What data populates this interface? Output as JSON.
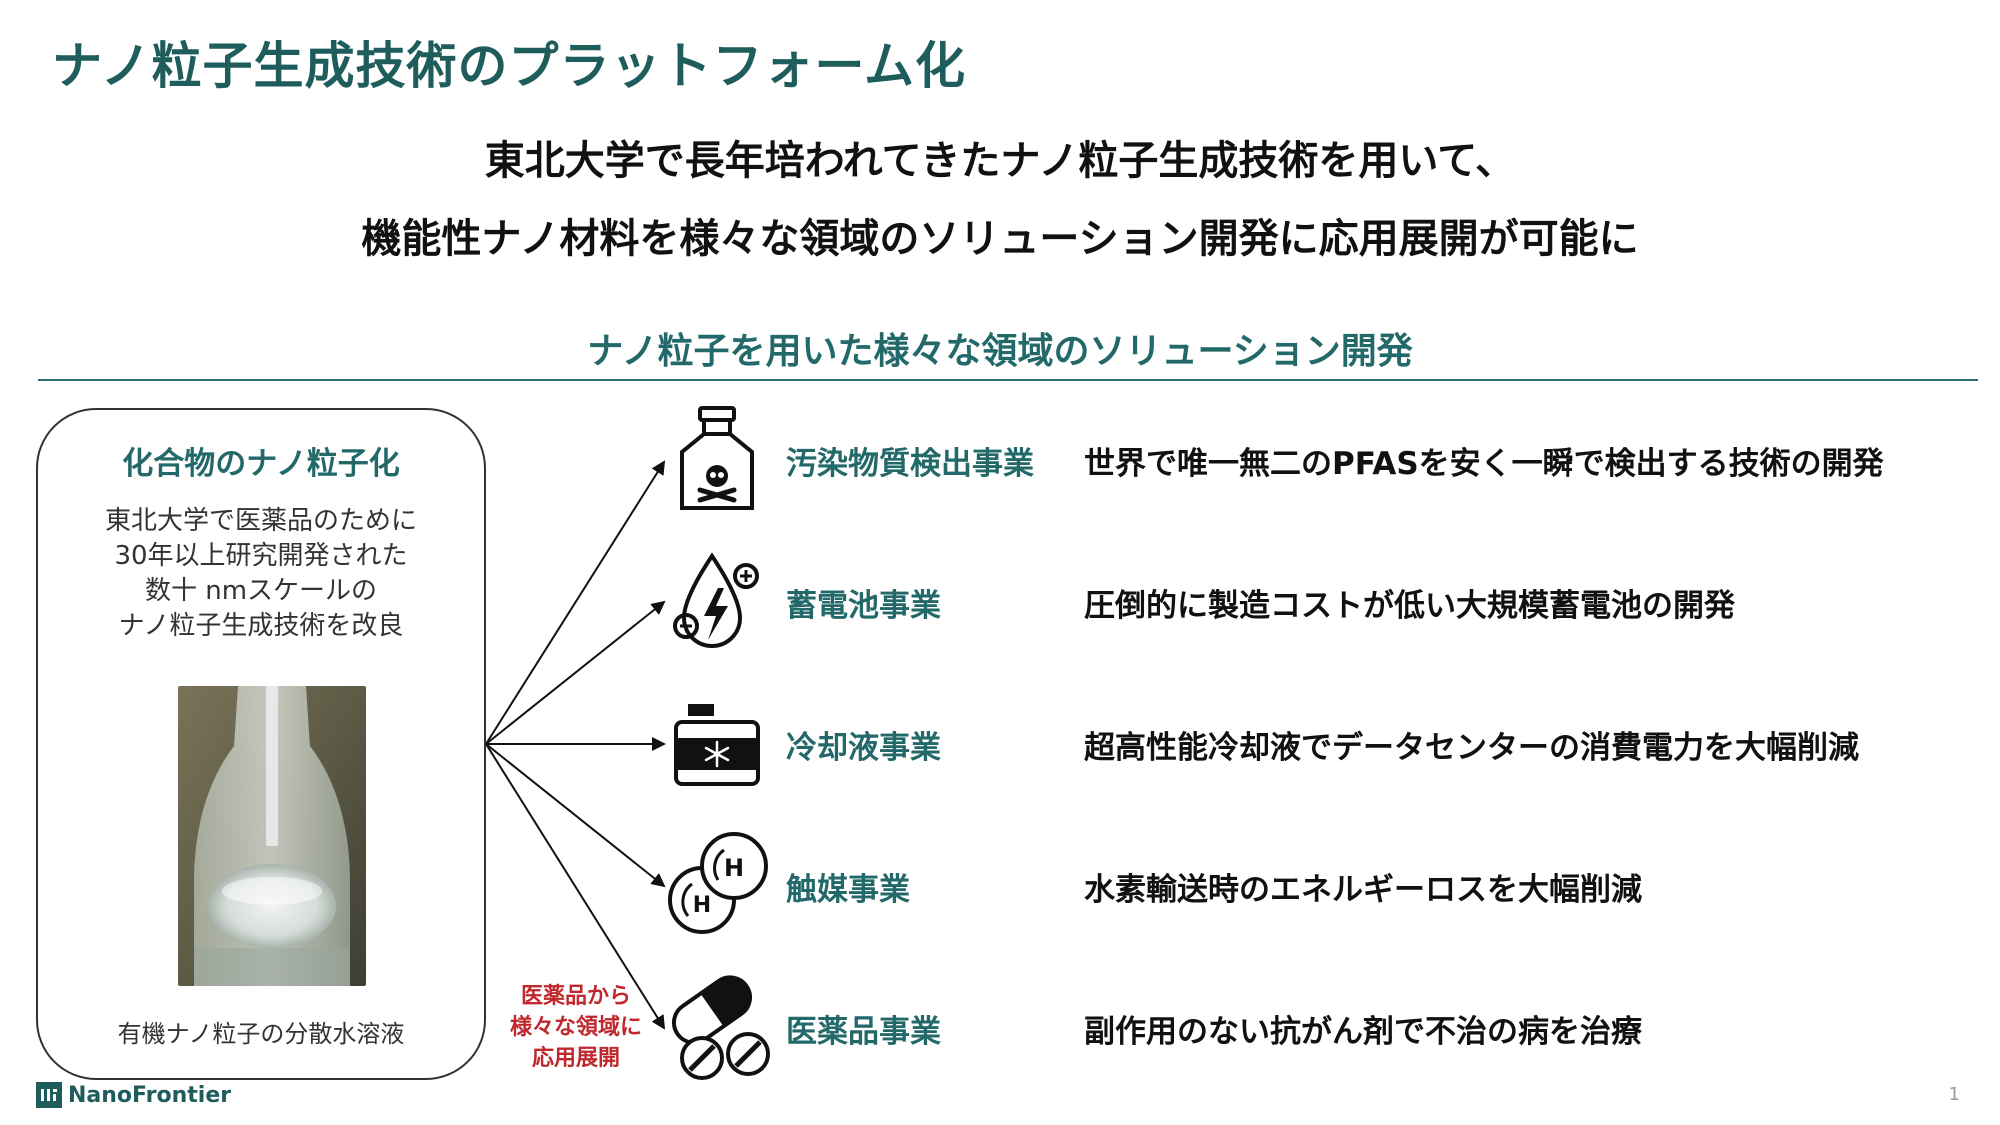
{
  "title": "ナノ粒子生成技術のプラットフォーム化",
  "headline": {
    "line1": "東北大学で長年培われてきたナノ粒子生成技術を用いて、",
    "line2": "機能性ナノ材料を様々な領域のソリューション開発に応用展開が可能に"
  },
  "section_heading": "ナノ粒子を用いた様々な領域のソリューション開発",
  "left_card": {
    "title": "化合物のナノ粒子化",
    "lines": [
      "東北大学で医薬品のために",
      "30年以上研究開発された",
      "数十 nmスケールの",
      "ナノ粒子生成技術を改良"
    ],
    "photo_caption": "有機ナノ粒子の分散水溶液"
  },
  "red_note": [
    "医薬品から",
    "様々な領域に",
    "応用展開"
  ],
  "businesses": [
    {
      "name": "汚染物質検出事業",
      "desc": "世界で唯一無二のPFASを安く一瞬で検出する技術の開発",
      "icon": "poison-bottle-icon"
    },
    {
      "name": "蓄電池事業",
      "desc": "圧倒的に製造コストが低い大規模蓄電池の開発",
      "icon": "battery-drop-icon"
    },
    {
      "name": "冷却液事業",
      "desc": "超高性能冷却液でデータセンターの消費電力を大幅削減",
      "icon": "coolant-icon"
    },
    {
      "name": "触媒事業",
      "desc": "水素輸送時のエネルギーロスを大幅削減",
      "icon": "hydrogen-molecule-icon"
    },
    {
      "name": "医薬品事業",
      "desc": "副作用のない抗がん剤で不治の病を治療",
      "icon": "pills-icon"
    }
  ],
  "footer": {
    "logo_text": "NanoFrontier",
    "page_number": "1"
  },
  "colors": {
    "accent": "#23696a",
    "note_red": "#c0282d"
  }
}
